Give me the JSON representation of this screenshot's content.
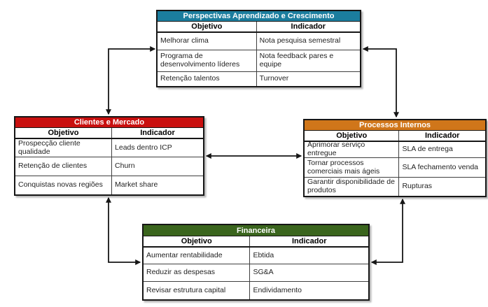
{
  "canvas": {
    "background": "#ffffff",
    "line_color": "#161616"
  },
  "tables": [
    {
      "id": "aprendizado-crescimento",
      "title": "Perspectivas Aprendizado e Crescimento",
      "header_color": "#1B7D9E",
      "header_text_color": "#ffffff",
      "columns": [
        "Objetivo",
        "Indicador"
      ],
      "rows": [
        {
          "objetivo": "Melhorar clima",
          "indicador": "Nota pesquisa semestral"
        },
        {
          "objetivo": "Programa de desenvolvimento líderes",
          "indicador": "Nota feedback pares e equipe"
        },
        {
          "objetivo": "Retenção talentos",
          "indicador": "Turnover"
        }
      ]
    },
    {
      "id": "clientes-mercado",
      "title": "Clientes e Mercado",
      "header_color": "#C9100F",
      "header_text_color": "#ffffff",
      "columns": [
        "Objetivo",
        "Indicador"
      ],
      "rows": [
        {
          "objetivo": "Prospecção cliente qualidade",
          "indicador": "Leads dentro ICP"
        },
        {
          "objetivo": "Retenção de clientes",
          "indicador": "Churn"
        },
        {
          "objetivo": "Conquistas novas regiões",
          "indicador": "Market share"
        }
      ]
    },
    {
      "id": "processos-internos",
      "title": "Processos Internos",
      "header_color": "#D0761A",
      "header_text_color": "#ffffff",
      "columns": [
        "Objetivo",
        "Indicador"
      ],
      "rows": [
        {
          "objetivo": "Aprimorar serviço entregue",
          "indicador": "SLA de entrega"
        },
        {
          "objetivo": "Tornar processos comerciais mais ágeis",
          "indicador": "SLA fechamento venda"
        },
        {
          "objetivo": "Garantir disponibilidade de produtos",
          "indicador": "Rupturas"
        }
      ]
    },
    {
      "id": "financeira",
      "title": "Financeira",
      "header_color": "#3A651D",
      "header_text_color": "#ffffff",
      "columns": [
        "Objetivo",
        "Indicador"
      ],
      "rows": [
        {
          "objetivo": "Aumentar rentabilidade",
          "indicador": "Ebtida"
        },
        {
          "objetivo": "Reduzir as despesas",
          "indicador": "SG&A"
        },
        {
          "objetivo": "Revisar estrutura capital",
          "indicador": "Endividamento"
        }
      ]
    }
  ],
  "connectors": [
    {
      "name": "aprendizado-clientes",
      "between": [
        "Perspectivas Aprendizado e Crescimento",
        "Clientes e Mercado"
      ],
      "style": "elbow-double-arrow"
    },
    {
      "name": "aprendizado-processos",
      "between": [
        "Perspectivas Aprendizado e Crescimento",
        "Processos Internos"
      ],
      "style": "elbow-double-arrow"
    },
    {
      "name": "clientes-processos",
      "between": [
        "Clientes e Mercado",
        "Processos Internos"
      ],
      "style": "straight-double-arrow"
    },
    {
      "name": "clientes-financeira",
      "between": [
        "Clientes e Mercado",
        "Financeira"
      ],
      "style": "elbow-double-arrow"
    },
    {
      "name": "processos-financeira",
      "between": [
        "Processos Internos",
        "Financeira"
      ],
      "style": "elbow-double-arrow"
    }
  ]
}
